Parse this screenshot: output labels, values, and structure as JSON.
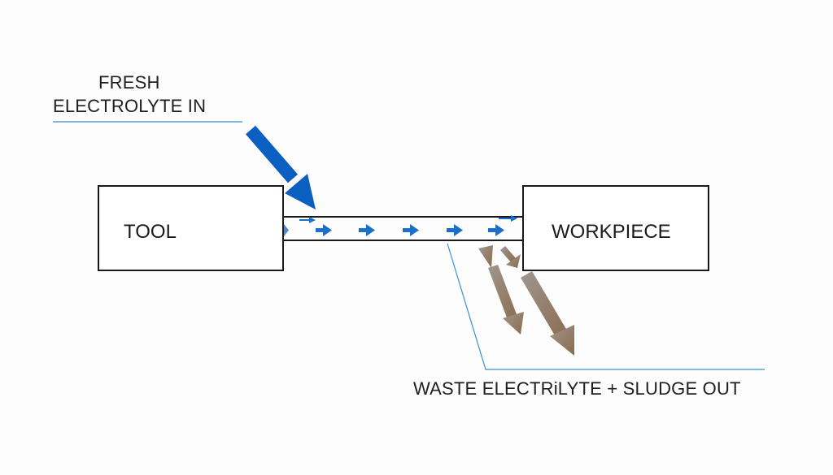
{
  "diagram": {
    "inlet_label": {
      "line1": "FRESH",
      "line2": "ELECTROLYTE IN"
    },
    "outlet_label": "WASTE ELECTRiLYTE + SLUDGE OUT",
    "tool_label": "TOOL",
    "workpiece_label": "WORKPIECE",
    "colors": {
      "inflow_arrow": "#0b5fc0",
      "outflow_arrow": "#8a7a68",
      "leader_line": "#3a8fd6",
      "box_stroke": "#1a1a1a"
    }
  }
}
